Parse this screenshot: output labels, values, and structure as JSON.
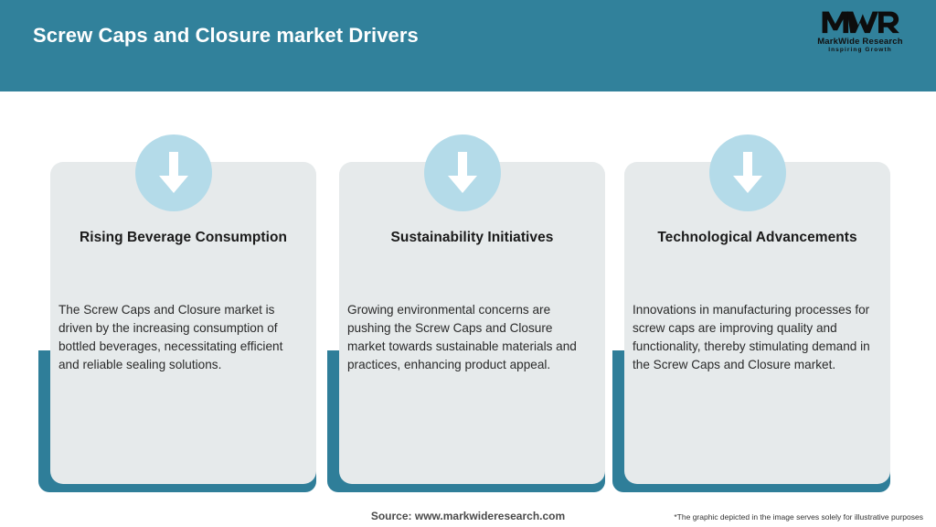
{
  "header": {
    "title": "Screw Caps and Closure market Drivers",
    "bg_color": "#31819b",
    "title_color": "#ffffff"
  },
  "logo": {
    "mark": "MWR",
    "name": "MarkWide Research",
    "tagline": "Inspiring Growth"
  },
  "theme": {
    "teal": "#2f7e99",
    "card_bg": "#e6eaeb",
    "icon_circle": "#b4dbe9",
    "arrow": "#ffffff",
    "page_bg": "#ffffff"
  },
  "cards": [
    {
      "icon": "arrow-down-icon",
      "title": "Rising Beverage Consumption",
      "body": "The Screw Caps and Closure market is driven by the increasing consumption of bottled beverages, necessitating efficient and reliable sealing solutions."
    },
    {
      "icon": "arrow-down-icon",
      "title": "Sustainability Initiatives",
      "body": "Growing environmental concerns are pushing the Screw Caps and Closure market towards sustainable materials and practices, enhancing product appeal."
    },
    {
      "icon": "arrow-down-icon",
      "title": "Technological Advancements",
      "body": "Innovations in manufacturing processes for screw caps are improving quality and functionality, thereby stimulating demand in the Screw Caps and Closure market."
    }
  ],
  "footer": {
    "source": "Source: www.markwideresearch.com",
    "disclaimer": "*The graphic depicted in the image serves solely for illustrative purposes"
  }
}
